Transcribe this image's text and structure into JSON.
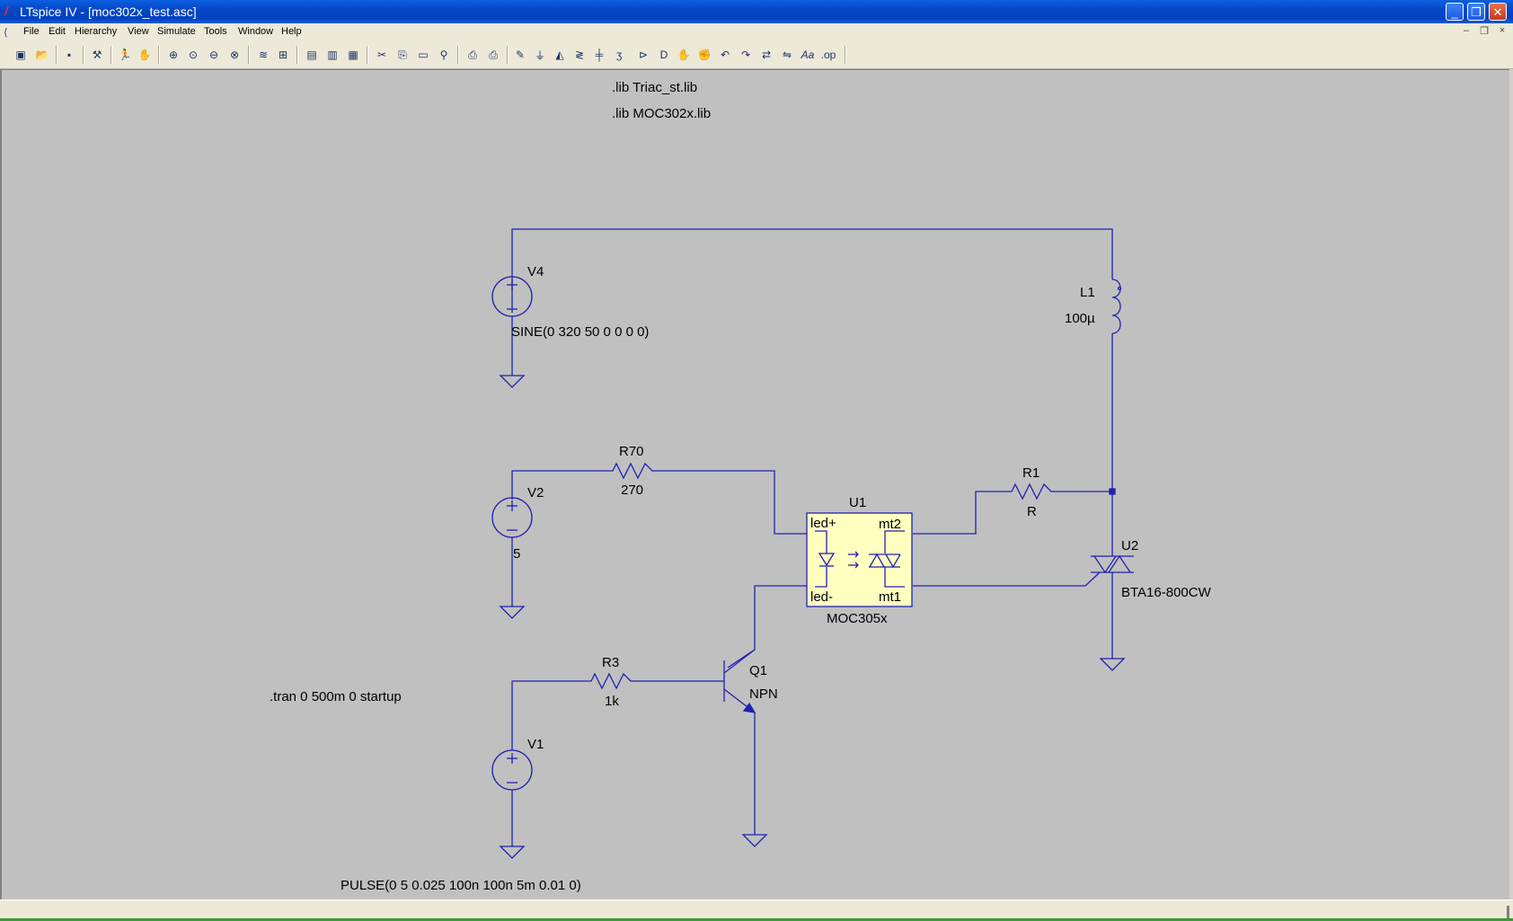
{
  "window": {
    "title": "LTspice IV - [moc302x_test.asc]",
    "app_icon": "ltspice-icon",
    "controls": {
      "minimize": "_",
      "maximize": "❐",
      "close": "✕"
    }
  },
  "menu": {
    "items": [
      "File",
      "Edit",
      "Hierarchy",
      "View",
      "Simulate",
      "Tools",
      "Window",
      "Help"
    ],
    "mdi_controls": {
      "minimize": "–",
      "restore": "❐",
      "close": "×"
    }
  },
  "toolbar": {
    "icons": [
      "new-schematic-icon",
      "open-icon",
      "save-icon",
      "control-panel-icon",
      "run-icon",
      "halt-icon",
      "zoom-in-icon",
      "zoom-area-icon",
      "zoom-out-icon",
      "zoom-fit-icon",
      "autorange-icon",
      "tile-icon",
      "cascade-icon",
      "horizontal-icon",
      "vertical-icon",
      "cut-icon",
      "copy-icon",
      "paste-icon",
      "find-icon",
      "print-setup-icon",
      "print-icon",
      "wire-icon",
      "ground-icon",
      "label-icon",
      "resistor-icon",
      "capacitor-icon",
      "inductor-icon",
      "diode-icon",
      "component-icon",
      "move-icon",
      "drag-icon",
      "undo-icon",
      "redo-icon",
      "rotate-icon",
      "mirror-icon",
      "text-icon",
      "spice-directive-icon"
    ]
  },
  "schematic": {
    "directives": {
      "lib1": ".lib Triac_st.lib",
      "lib2": ".lib MOC302x.lib",
      "tran": ".tran 0 500m 0 startup"
    },
    "components": {
      "V4": {
        "name": "V4",
        "value": "SINE(0 320 50 0 0 0 0)"
      },
      "V2": {
        "name": "V2",
        "value": "5"
      },
      "V1": {
        "name": "V1",
        "value": "PULSE(0 5 0.025 100n 100n 5m 0.01 0)"
      },
      "R70": {
        "name": "R70",
        "value": "270"
      },
      "R3": {
        "name": "R3",
        "value": "1k"
      },
      "R1": {
        "name": "R1",
        "value": "R"
      },
      "L1": {
        "name": "L1",
        "value": "100µ"
      },
      "U1": {
        "name": "U1",
        "value": "MOC305x",
        "pins": {
          "led_plus": "led+",
          "led_minus": "led-",
          "mt2": "mt2",
          "mt1": "mt1"
        }
      },
      "U2": {
        "name": "U2",
        "value": "BTA16-800CW"
      },
      "Q1": {
        "name": "Q1",
        "value": "NPN"
      }
    },
    "colors": {
      "wire": "#2020b0",
      "background": "#c0c0c0",
      "optocoupler_fill": "#ffffc0"
    }
  }
}
